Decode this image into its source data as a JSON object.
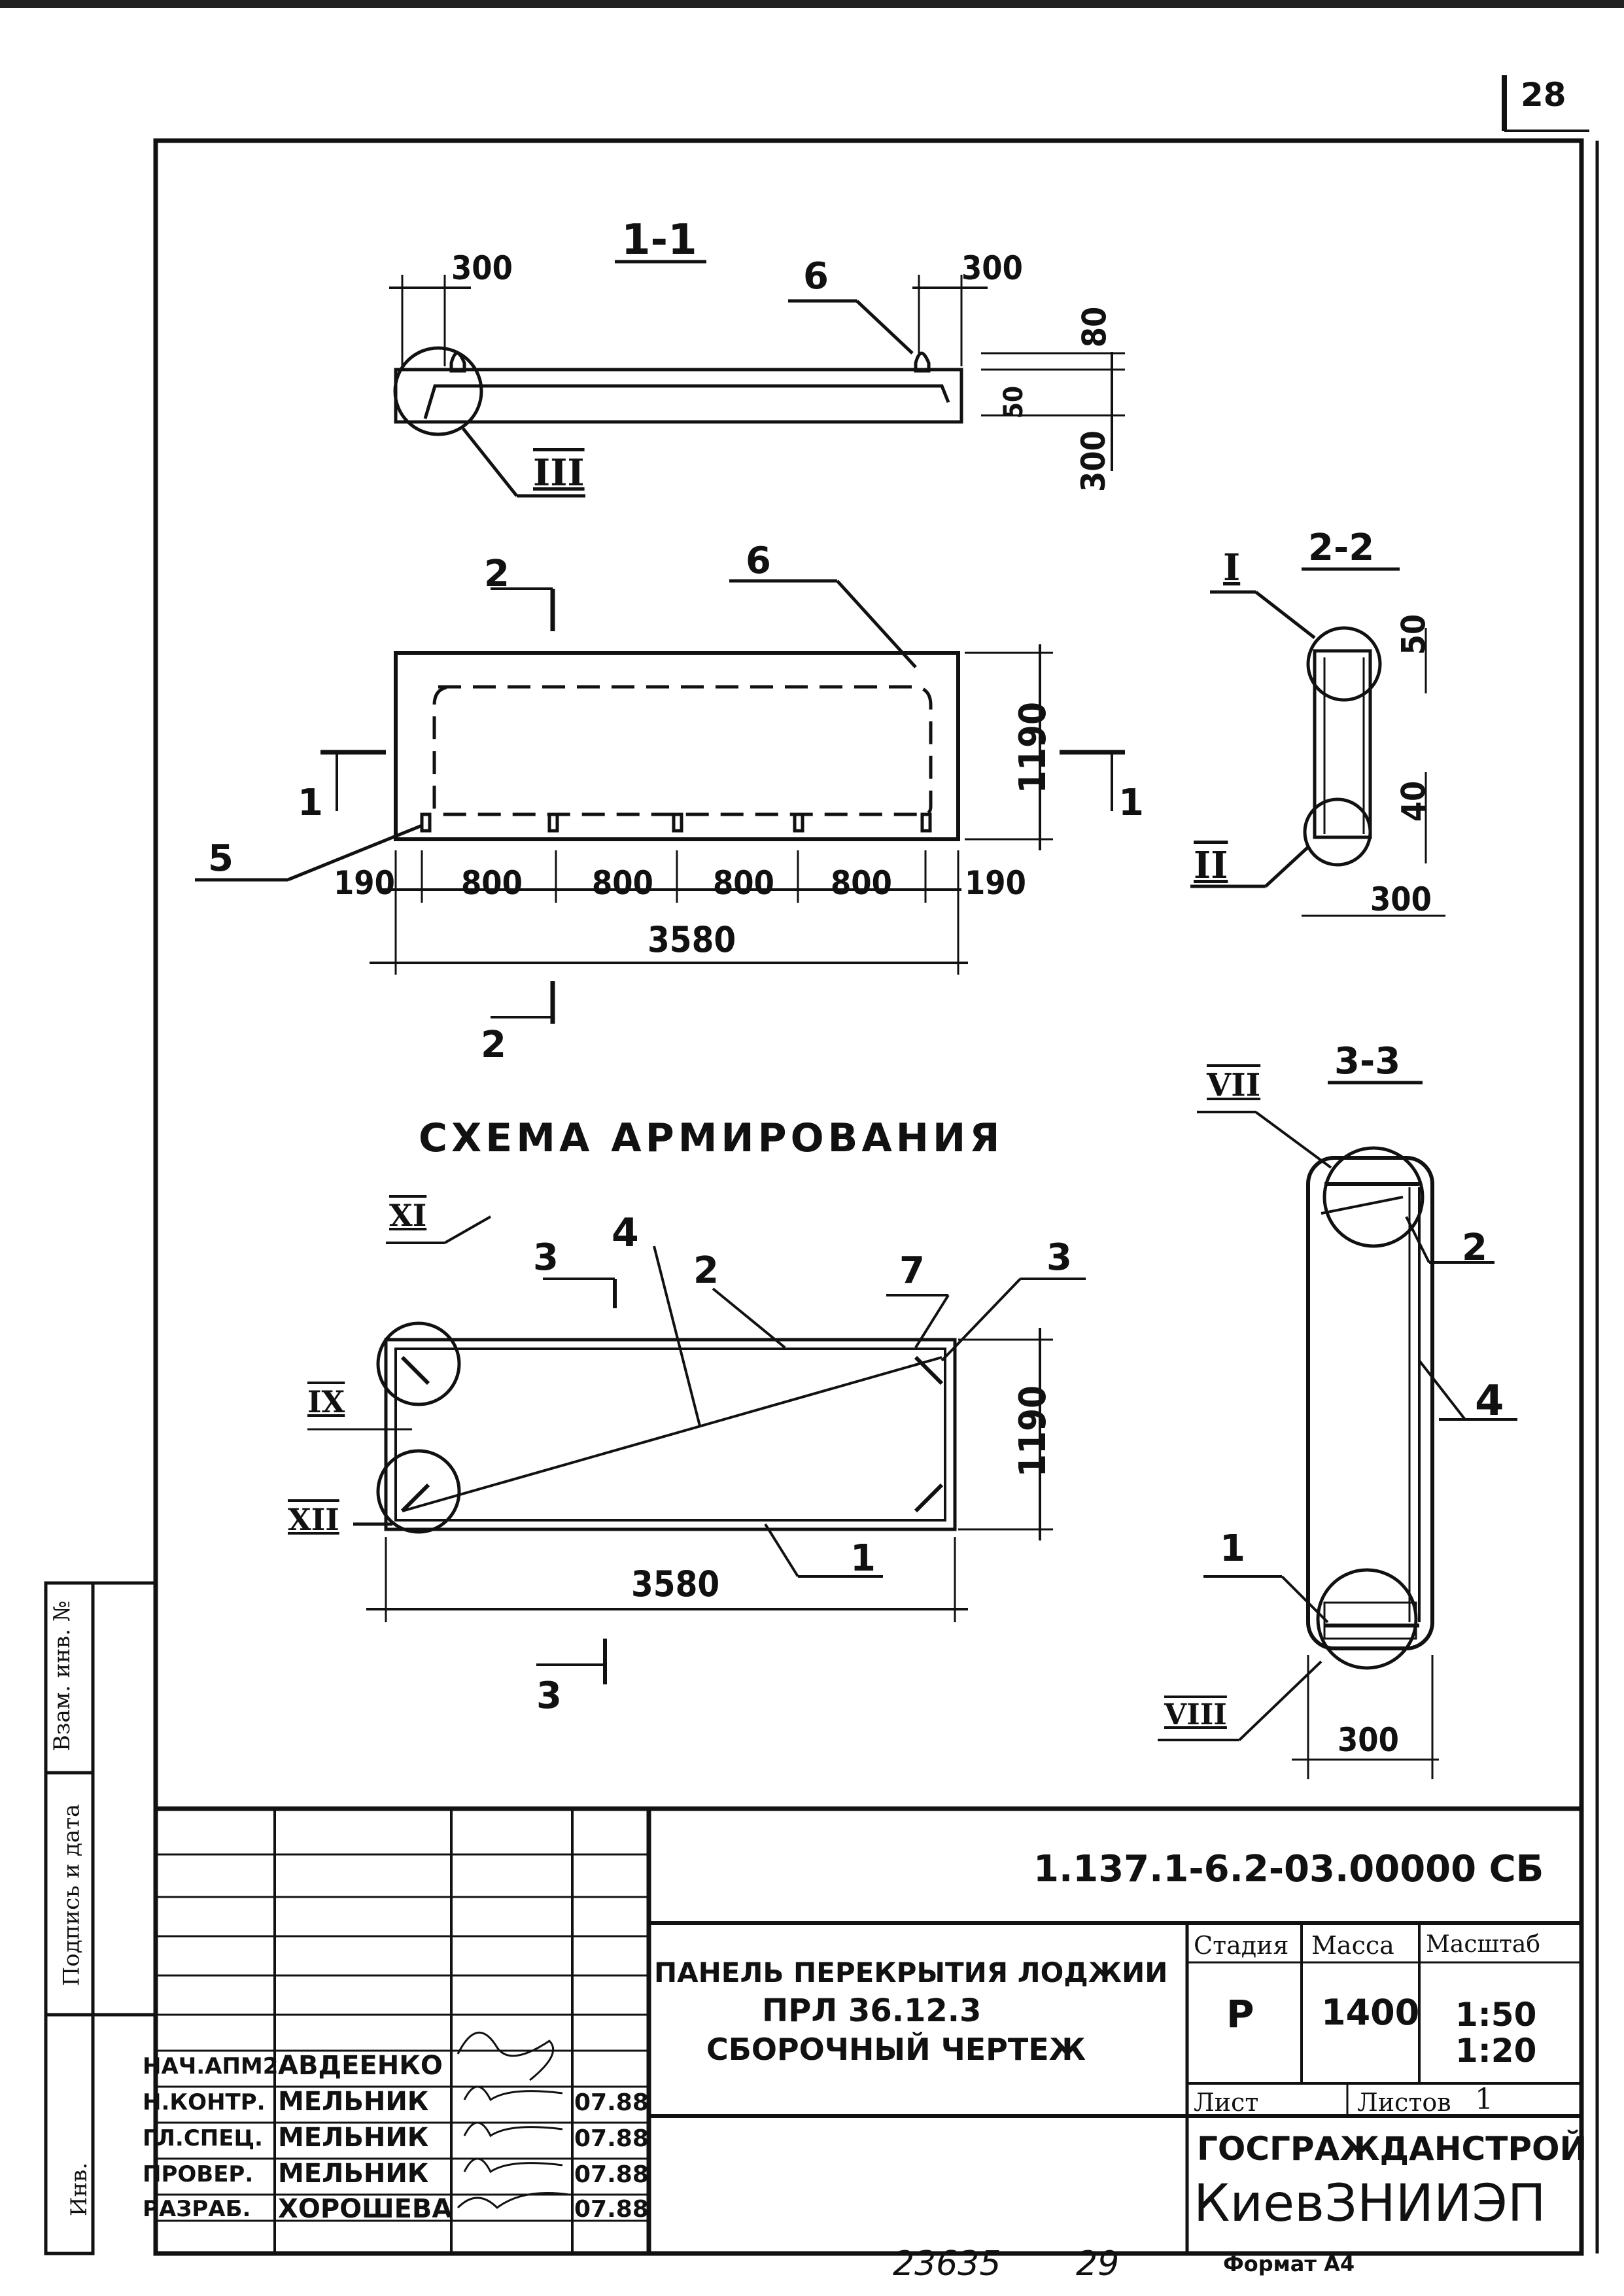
{
  "page_number": "28",
  "sections": {
    "s11": "1-1",
    "s22": "2-2",
    "s33": "3-3"
  },
  "reinforcement_title": "СХЕМА АРМИРОВАНИЯ",
  "dims": {
    "d300a": "300",
    "d300b": "300",
    "d80": "80",
    "d50": "50",
    "d300c": "300",
    "d1190a": "1190",
    "d190a": "190",
    "d800a": "800",
    "d800b": "800",
    "d800c": "800",
    "d800d": "800",
    "d190b": "190",
    "d3580a": "3580",
    "d50b": "50",
    "d40": "40",
    "d300d": "300",
    "d1190b": "1190",
    "d3580b": "3580",
    "d300e": "300"
  },
  "callouts": {
    "c6a": "6",
    "c6b": "6",
    "c5": "5",
    "cIII": "III",
    "cI": "I",
    "cII": "II",
    "c2up": "2",
    "c2down": "2",
    "c1left": "1",
    "c1right": "1",
    "cXI": "XI",
    "cIX": "IX",
    "cXII": "XII",
    "c3up": "3",
    "c3down": "3",
    "c4": "4",
    "c2r": "2",
    "c7": "7",
    "c3r": "3",
    "c1r": "1",
    "cVII": "VII",
    "cVIII": "VIII",
    "c2s": "2",
    "c4s": "4",
    "c1s": "1"
  },
  "side_stamp": {
    "vzam": "Взам. инв. №",
    "podpis": "Подпись и дата",
    "inv": "Инв."
  },
  "title_block": {
    "doc_code": "1.137.1-6.2-03.00000 СБ",
    "name_line1": "ПАНЕЛЬ ПЕРЕКРЫТИЯ ЛОДЖИИ",
    "name_line2": "ПРЛ 36.12.3",
    "name_line3": "СБОРОЧНЫЙ ЧЕРТЕЖ",
    "stage_hdr": "Стадия",
    "mass_hdr": "Масса",
    "scale_hdr": "Масштаб",
    "stage": "Р",
    "mass": "1400",
    "scale1": "1:50",
    "scale2": "1:20",
    "sheet_hdr": "Лист",
    "sheets_hdr": "Листов",
    "sheets": "1",
    "org1": "ГОСГРАЖДАНСТРОЙ",
    "org2": "КиевЗНИИЭП",
    "roles": [
      "НАЧ.АПМ2",
      "Н.КОНТР.",
      "ГЛ.СПЕЦ.",
      "ПРОВЕР.",
      "РАЗРАБ."
    ],
    "names": [
      "АВДЕЕНКО",
      "МЕЛЬНИК",
      "МЕЛЬНИК",
      "МЕЛЬНИК",
      "ХОРОШЕВА"
    ],
    "dates": [
      "",
      "07.88",
      "07.88",
      "07.88",
      "07.88"
    ]
  },
  "footer": {
    "number": "23635",
    "sheet_no": "29",
    "format": "Формат А4"
  }
}
